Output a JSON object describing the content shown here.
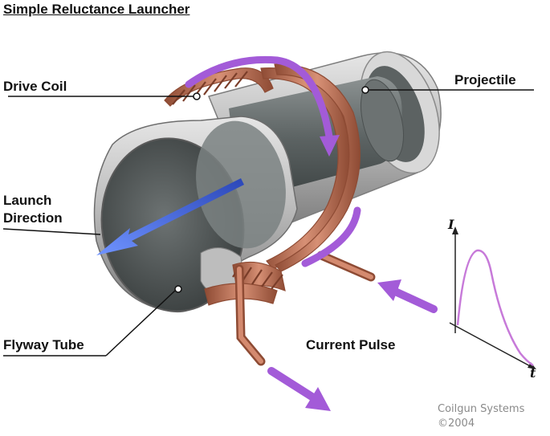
{
  "title": "Simple Reluctance Launcher",
  "labels": {
    "drive_coil": "Drive Coil",
    "projectile": "Projectile",
    "launch_direction_line1": "Launch",
    "launch_direction_line2": "Direction",
    "flyway_tube": "Flyway Tube",
    "current_pulse": "Current Pulse"
  },
  "graph": {
    "y_axis": "I",
    "x_axis": "t"
  },
  "credit": {
    "line1": "Coilgun Systems",
    "line2": "©2004"
  },
  "colors": {
    "coil": "#c97b5f",
    "coil_dark": "#8e4b34",
    "tube": "#9a9a9a",
    "tube_light": "#d9d9d9",
    "arrow_purple": "#a35bd8",
    "launch_arrow": "#3b63d6",
    "curve": "#c77ad9"
  }
}
